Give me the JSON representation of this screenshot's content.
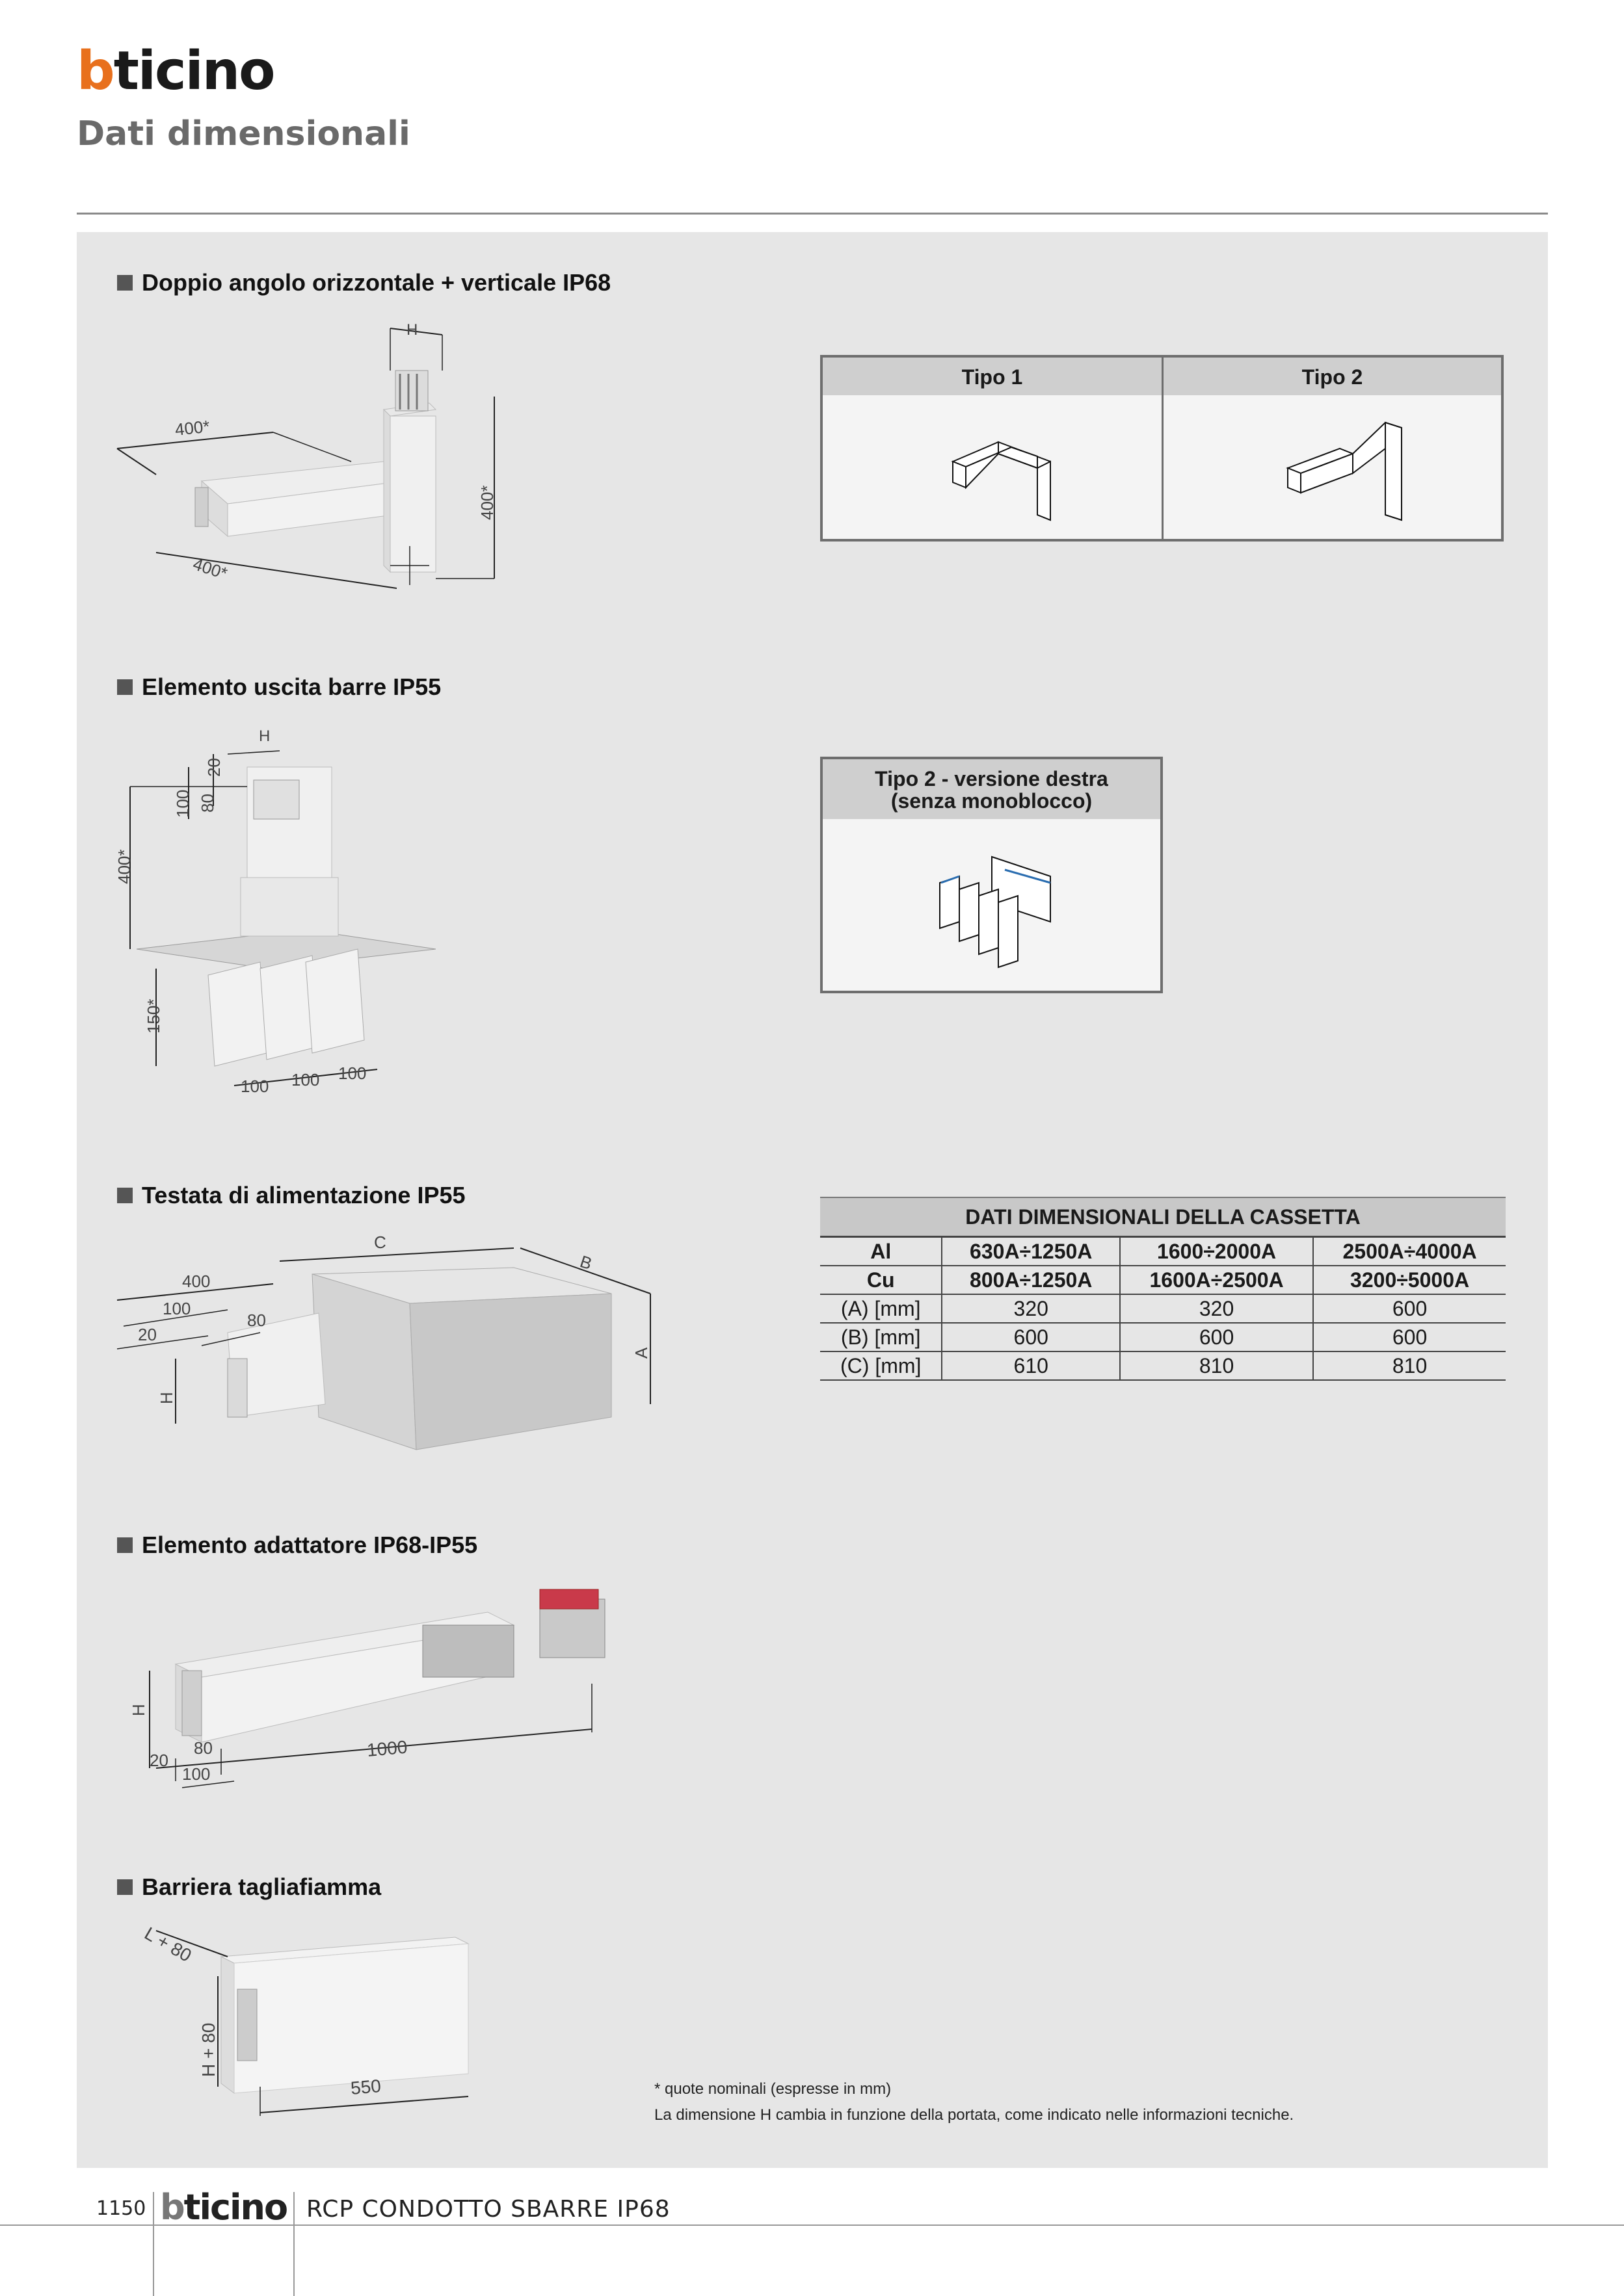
{
  "header": {
    "logo_text": "bticino",
    "page_title": "Dati dimensionali"
  },
  "sections": [
    {
      "title": "Doppio angolo orizzontale + verticale IP68",
      "dims": {
        "h": "H",
        "len1": "400*",
        "len2": "400*",
        "len3": "400*"
      },
      "variant_table": {
        "col1": "Tipo 1",
        "col2": "Tipo 2"
      }
    },
    {
      "title": "Elemento uscita barre IP55",
      "dims": {
        "h": "H",
        "d20": "20",
        "d80": "80",
        "d100": "100",
        "d400": "400*",
        "d150": "150*",
        "b1": "100",
        "b2": "100",
        "b3": "100"
      },
      "variant_table": {
        "header_line1": "Tipo 2 - versione destra",
        "header_line2": "(senza monoblocco)"
      }
    },
    {
      "title": "Testata di alimentazione IP55",
      "dims": {
        "c": "C",
        "b": "B",
        "a": "A",
        "h": "H",
        "d400": "400",
        "d100": "100",
        "d20": "20",
        "d80": "80"
      }
    },
    {
      "title": "Elemento adattatore IP68-IP55",
      "dims": {
        "h": "H",
        "d20": "20",
        "d80": "80",
        "d100": "100",
        "d1000": "1000"
      }
    },
    {
      "title": "Barriera tagliafiamma",
      "dims": {
        "l80": "L + 80",
        "h80": "H + 80",
        "d550": "550"
      }
    }
  ],
  "cassetta_table": {
    "caption": "DATI DIMENSIONALI DELLA CASSETTA",
    "rows": [
      {
        "label": "Al",
        "values": [
          "630A÷1250A",
          "1600÷2000A",
          "2500A÷4000A"
        ],
        "bold": true
      },
      {
        "label": "Cu",
        "values": [
          "800A÷1250A",
          "1600A÷2500A",
          "3200÷5000A"
        ],
        "bold": true
      },
      {
        "label": "(A) [mm]",
        "values": [
          "320",
          "320",
          "600"
        ],
        "bold": false
      },
      {
        "label": "(B) [mm]",
        "values": [
          "600",
          "600",
          "600"
        ],
        "bold": false
      },
      {
        "label": "(C) [mm]",
        "values": [
          "610",
          "810",
          "810"
        ],
        "bold": false
      }
    ]
  },
  "notes": {
    "line1": "* quote nominali (espresse in mm)",
    "line2": "La dimensione H cambia in funzione della portata, come indicato nelle informazioni tecniche."
  },
  "footer": {
    "page_number": "1150",
    "logo_text": "bticino",
    "catalog_title": "RCP CONDOTTO SBARRE IP68"
  },
  "colors": {
    "brand_orange": "#e8701d",
    "panel": "#e6e6e6",
    "title_gray": "#6a6a6a"
  }
}
